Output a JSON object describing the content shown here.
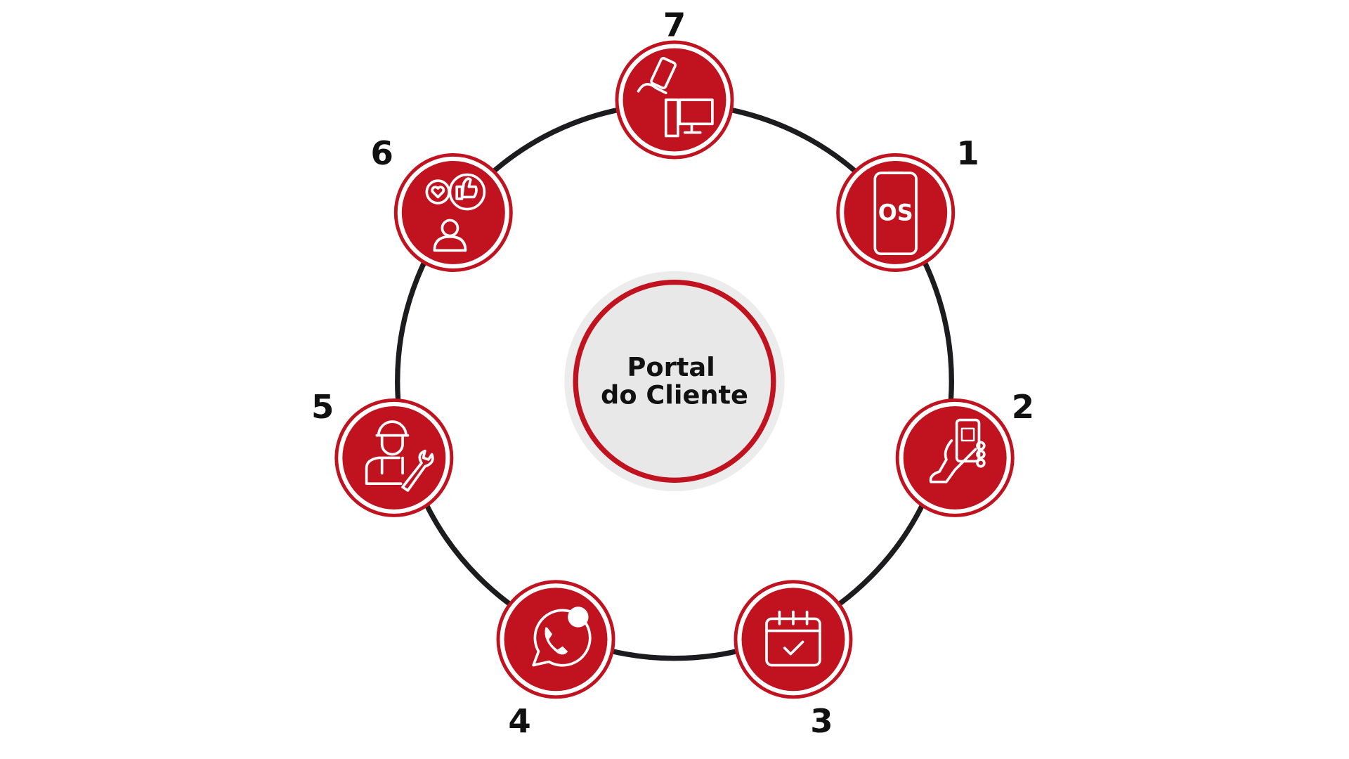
{
  "center": {
    "line1": "Portal",
    "line2": "do Cliente"
  },
  "nodes": [
    {
      "number": "1",
      "icon": "smartphone-os-icon",
      "icon_text": "OS"
    },
    {
      "number": "2",
      "icon": "hand-phone-qr-icon"
    },
    {
      "number": "3",
      "icon": "calendar-check-icon"
    },
    {
      "number": "4",
      "icon": "whatsapp-icon"
    },
    {
      "number": "5",
      "icon": "technician-wrench-icon"
    },
    {
      "number": "6",
      "icon": "feedback-like-heart-icon"
    },
    {
      "number": "7",
      "icon": "phone-computer-icon"
    }
  ],
  "colors": {
    "accent": "#c0121f",
    "ring": "#1c1c1e",
    "center_fill": "#e8e8e8",
    "halo": "#ececec"
  }
}
